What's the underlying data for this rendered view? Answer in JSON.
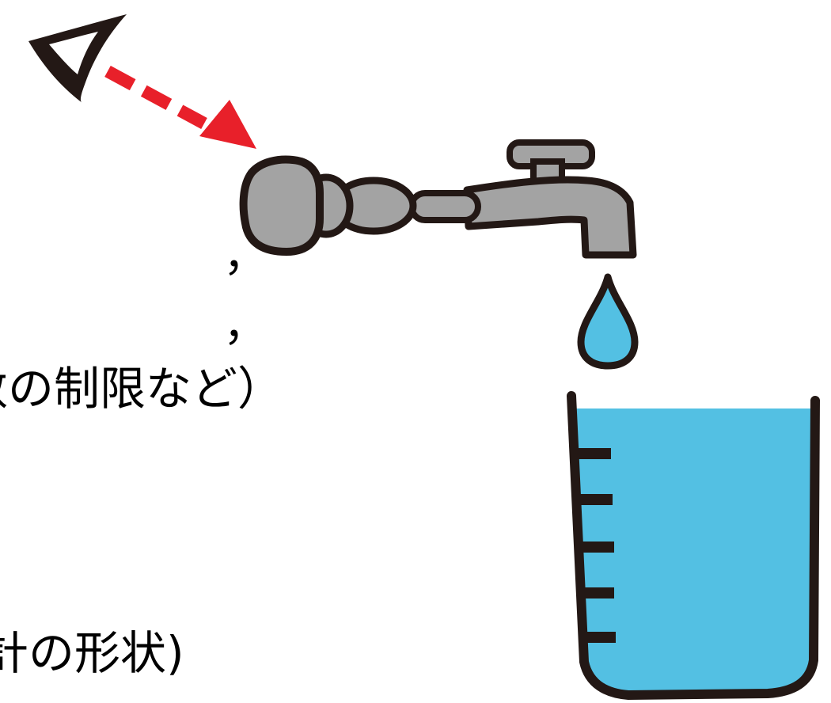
{
  "text_lines": {
    "line1": "，",
    "line2": "，",
    "line3": "数の制限など）",
    "line4": "計の形状)"
  },
  "colors": {
    "outline": "#231815",
    "faucet_fill": "#a3a3a3",
    "water": "#53c0e3",
    "arrow": "#e8202a",
    "background": "#ffffff"
  },
  "icons": [
    "eye-icon",
    "faucet-icon",
    "water-drop-icon",
    "beaker-icon",
    "dashed-arrow"
  ]
}
